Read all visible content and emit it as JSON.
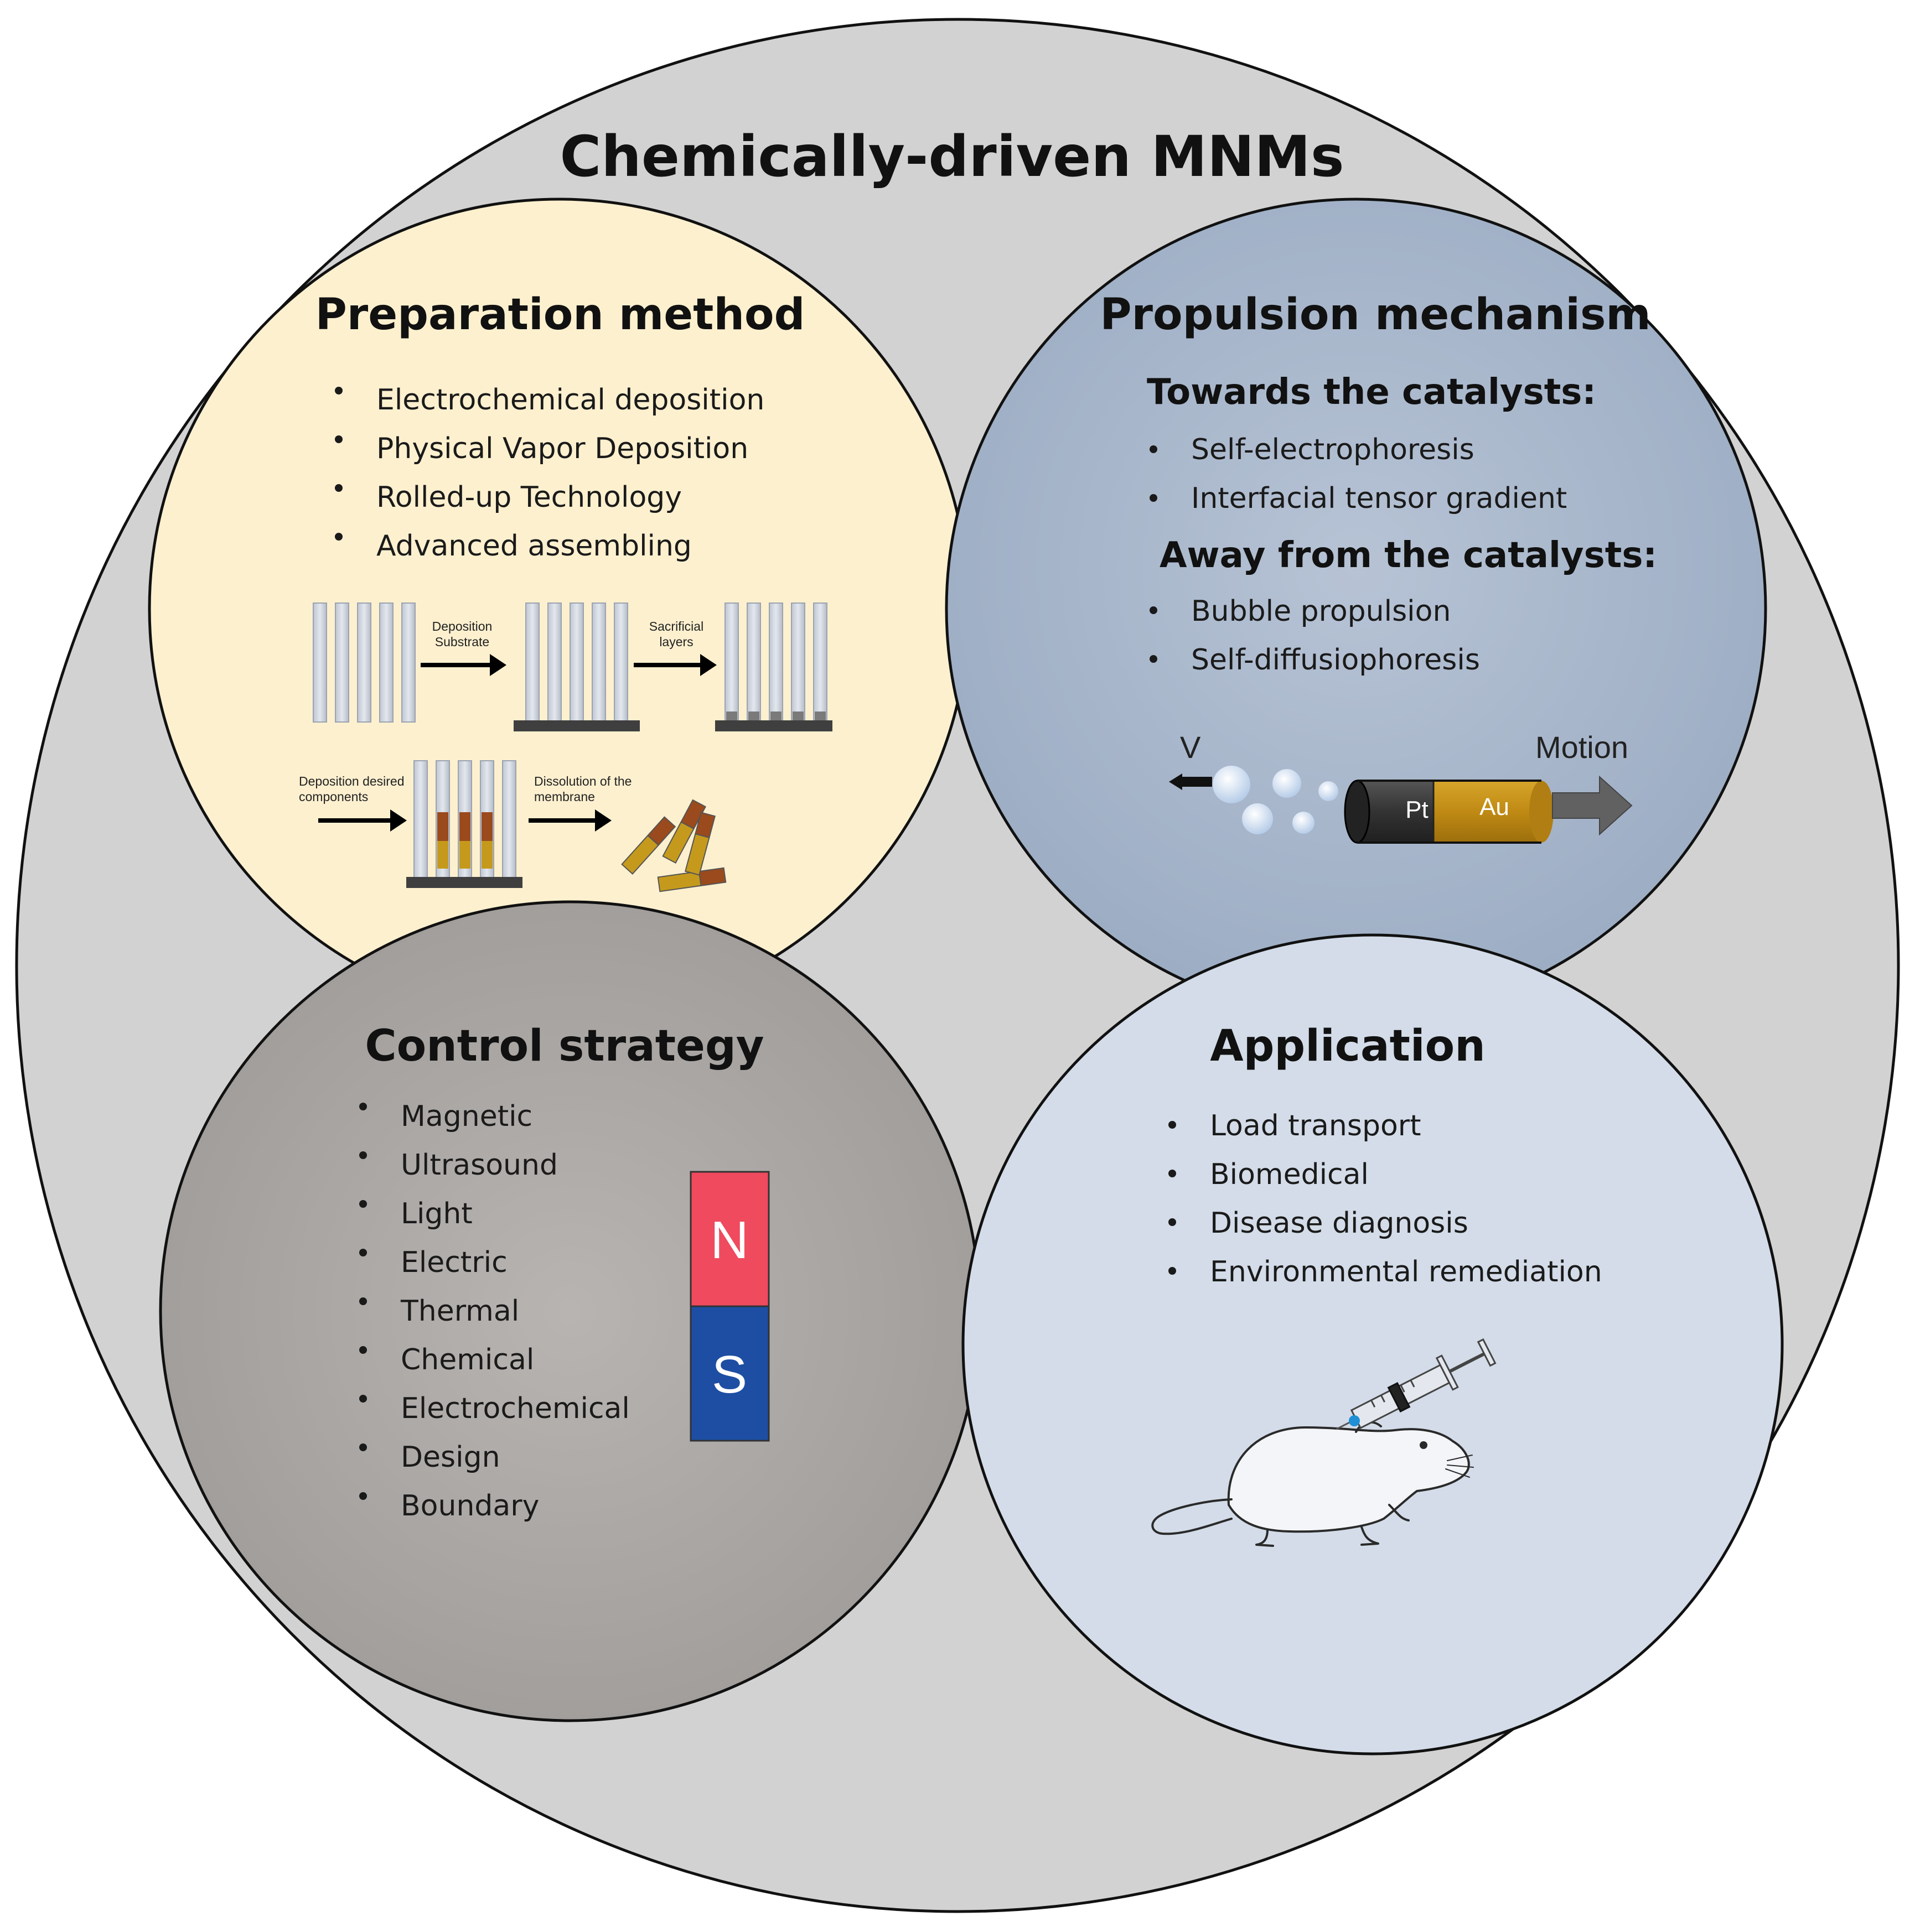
{
  "title": "Chemically-driven MNMs",
  "preparation": {
    "heading": "Preparation method",
    "items": [
      "Electrochemical deposition",
      "Physical Vapor Deposition",
      "Rolled-up Technology",
      "Advanced assembling"
    ],
    "steps": {
      "deposition_substrate": [
        "Deposition",
        "Substrate"
      ],
      "sacrificial_layers": [
        "Sacrificial",
        "layers"
      ],
      "deposition_components": [
        "Deposition desired",
        "components"
      ],
      "dissolution": [
        "Dissolution  of  the",
        "membrane"
      ]
    }
  },
  "propulsion": {
    "heading": "Propulsion mechanism",
    "towards_heading": "Towards the catalysts:",
    "towards_items": [
      "Self-electrophoresis",
      "Interfacial tensor gradient"
    ],
    "away_heading": "Away from the catalysts:",
    "away_items": [
      "Bubble propulsion",
      "Self-diffusiophoresis"
    ],
    "diagram": {
      "v_label": "V",
      "motion_label": "Motion",
      "pt_label": "Pt",
      "au_label": "Au"
    }
  },
  "control": {
    "heading": "Control strategy",
    "items": [
      "Magnetic",
      "Ultrasound",
      "Light",
      "Electric",
      "Thermal",
      "Chemical",
      "Electrochemical",
      "Design",
      "Boundary"
    ],
    "magnet": {
      "north": "N",
      "south": "S"
    }
  },
  "application": {
    "heading": "Application",
    "items": [
      "Load transport",
      "Biomedical",
      "Disease diagnosis",
      "Environmental remediation"
    ]
  },
  "colors": {
    "outer": "#d2d2d2",
    "preparation": "#fdf0cf",
    "propulsion": "#a9b7cb",
    "control": "#aeaaa8",
    "application": "#d3dce8",
    "pt": "#3a3a3a",
    "au": "#c5921a",
    "magnet_north": "#ef4a5e",
    "magnet_south": "#1d4ea3"
  }
}
